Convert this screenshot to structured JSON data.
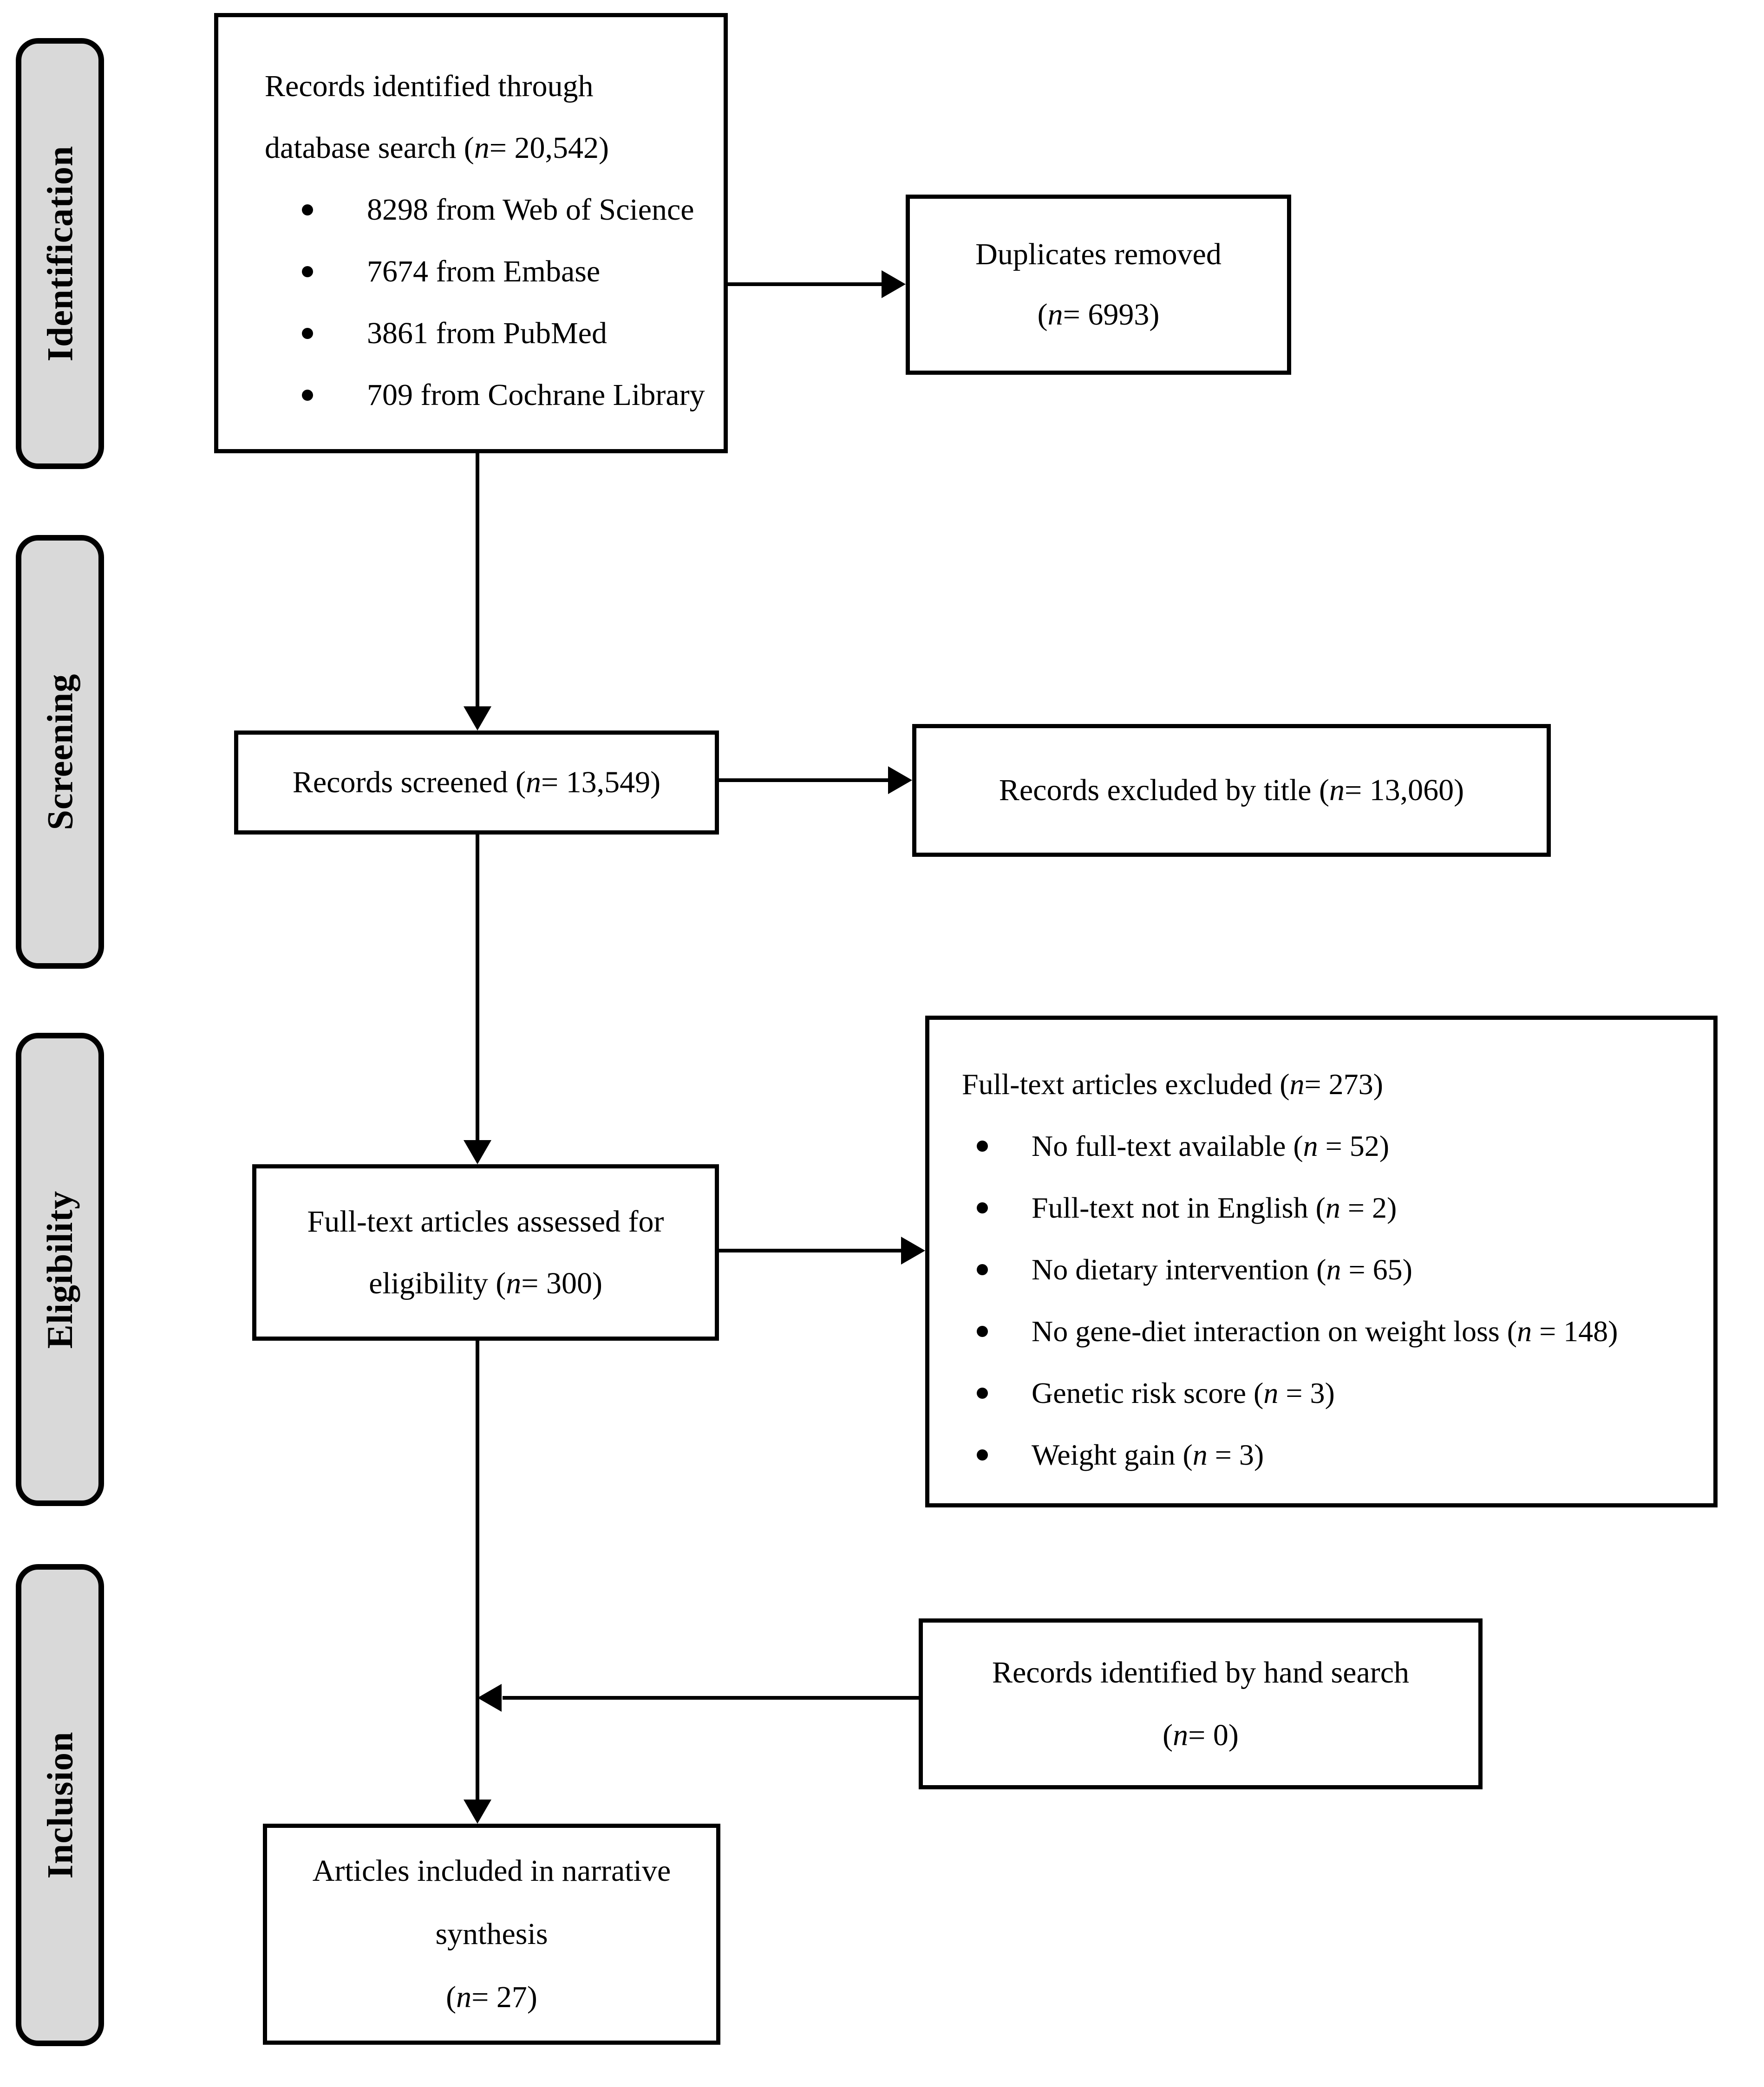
{
  "diagram": {
    "title_hint": "PRISMA flow diagram",
    "colors": {
      "stage_fill": "#d9d9d9",
      "box_fill": "#ffffff",
      "line": "#000000",
      "text": "#000000"
    },
    "stages": [
      {
        "label": "Identification"
      },
      {
        "label": "Screening"
      },
      {
        "label": "Eligibility"
      },
      {
        "label": "Inclusion"
      }
    ],
    "boxes": {
      "identified": {
        "line1": "Records identified through",
        "line2": "database search (n = 20,542)",
        "bullets": [
          "8298 from Web of Science",
          "7674 from Embase",
          "3861 from PubMed",
          "709 from Cochrane Library"
        ]
      },
      "duplicates": {
        "line1": "Duplicates removed",
        "line2": "(n = 6993)"
      },
      "screened": {
        "line1": "Records screened (n = 13,549)"
      },
      "excluded_title": {
        "line1": "Records excluded by title (n = 13,060)"
      },
      "assessed": {
        "line1": "Full-text articles assessed for",
        "line2": "eligibility (n = 300)"
      },
      "fulltext_excluded": {
        "title": "Full-text articles excluded (n = 273)",
        "bullets": [
          "No full-text available (n = 52)",
          "Full-text not in English (n = 2)",
          "No dietary intervention (n = 65)",
          "No gene-diet interaction on weight loss (n = 148)",
          "Genetic risk score (n = 3)",
          "Weight gain (n = 3)"
        ]
      },
      "hand_search": {
        "line1": "Records identified by hand search",
        "line2": "(n = 0)"
      },
      "included": {
        "line1": "Articles included in narrative",
        "line2": "synthesis",
        "line3": "(n = 27)"
      }
    }
  }
}
